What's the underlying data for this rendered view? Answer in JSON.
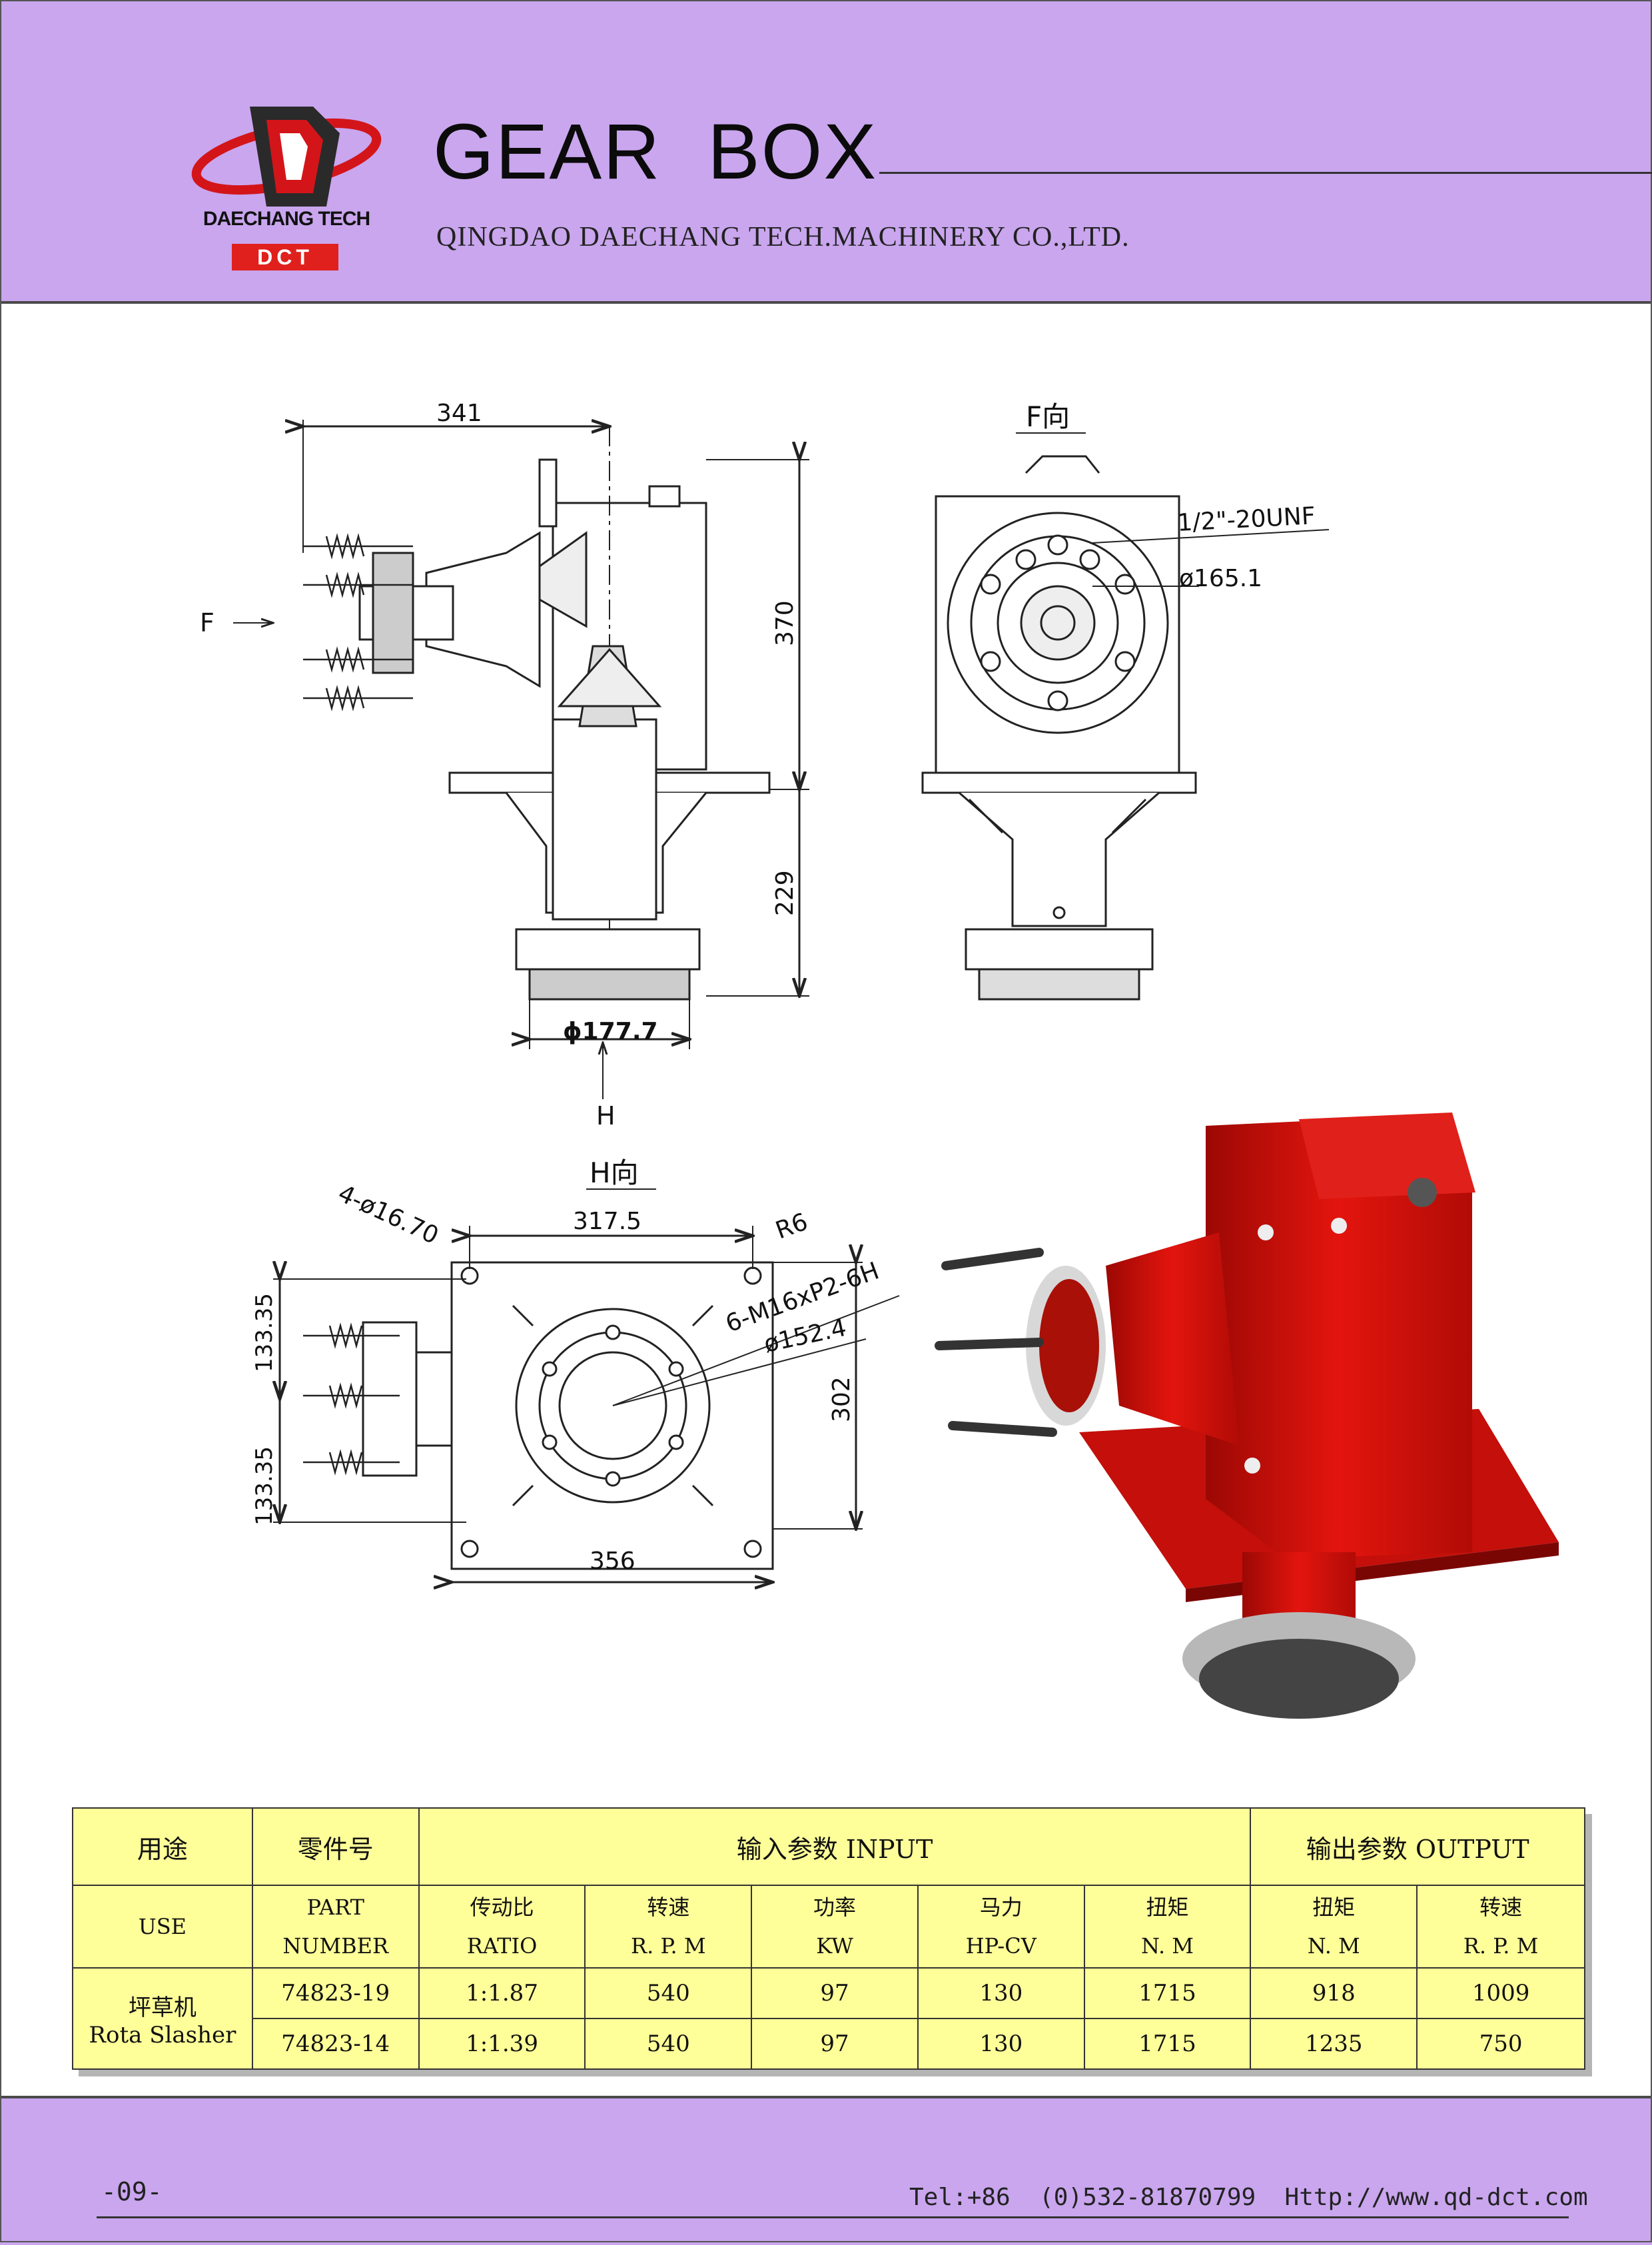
{
  "header": {
    "logo_text": "DAECHANG TECH",
    "logo_badge": "DCT",
    "title": "GEAR  BOX",
    "company": "QINGDAO DAECHANG TECH.MACHINERY CO.,LTD."
  },
  "drawings": {
    "side_view": {
      "dim_width": "341",
      "dim_upper_height": "370",
      "dim_lower_height": "229",
      "dim_output_dia": "ϕ177.7",
      "arrow_f_label": "F",
      "arrow_h_label": "H"
    },
    "f_view": {
      "title": "F向",
      "thread_label": "1/2\"-20UNF",
      "dia_label": "ø165.1"
    },
    "h_view": {
      "title": "H向",
      "holes_label": "4-ø16.70",
      "width_top": "317.5",
      "radius": "R6",
      "thread_label": "6-M16xP2-6H",
      "dia_label": "ø152.4",
      "height_right": "302",
      "width_bottom": "356",
      "left_upper": "133.35",
      "left_lower": "133.35"
    }
  },
  "colors": {
    "header_band": "#c9a6ee",
    "table_fill": "#ffff99",
    "render_body": "#d8120c"
  },
  "table": {
    "headers": {
      "use_cn": "用途",
      "part_cn": "零件号",
      "input": "输入参数 INPUT",
      "output": "输出参数 OUTPUT",
      "use_en": "USE",
      "part_en_1": "PART",
      "part_en_2": "NUMBER",
      "ratio_cn": "传动比",
      "ratio_en": "RATIO",
      "rpm_in_cn": "转速",
      "rpm_in_en": "R. P. M",
      "kw_cn": "功率",
      "kw_en": "KW",
      "hp_cn": "马力",
      "hp_en": "HP-CV",
      "torque_in_cn": "扭矩",
      "torque_in_en": "N. M",
      "torque_out_cn": "扭矩",
      "torque_out_en": "N. M",
      "rpm_out_cn": "转速",
      "rpm_out_en": "R. P. M"
    },
    "use_cn": "坪草机",
    "use_en": "Rota Slasher",
    "rows": [
      {
        "part": "74823-19",
        "ratio": "1:1.87",
        "rpm_in": "540",
        "kw": "97",
        "hp": "130",
        "torque_in": "1715",
        "torque_out": "918",
        "rpm_out": "1009"
      },
      {
        "part": "74823-14",
        "ratio": "1:1.39",
        "rpm_in": "540",
        "kw": "97",
        "hp": "130",
        "torque_in": "1715",
        "torque_out": "1235",
        "rpm_out": "750"
      }
    ]
  },
  "footer": {
    "page": "-09-",
    "contact": "Tel:+86  (0)532-81870799  Http://www.qd-dct.com"
  }
}
